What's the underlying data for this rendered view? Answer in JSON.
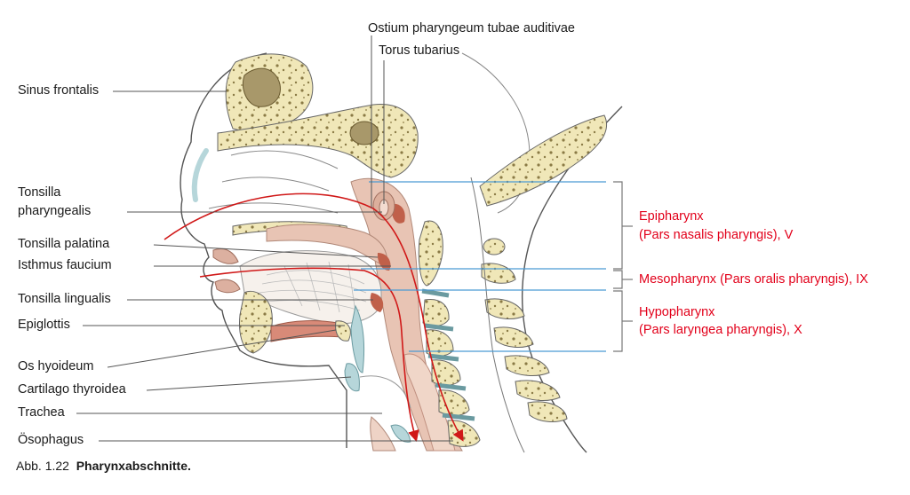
{
  "labels_left": {
    "sinus_frontalis": "Sinus frontalis",
    "tonsilla_pharyngealis_1": "Tonsilla",
    "tonsilla_pharyngealis_2": "pharyngealis",
    "tonsilla_palatina": "Tonsilla palatina",
    "isthmus_faucium": "Isthmus faucium",
    "tonsilla_lingualis": "Tonsilla lingualis",
    "epiglottis": "Epiglottis",
    "os_hyoideum": "Os hyoideum",
    "cartilago_thyroidea": "Cartilago thyroidea",
    "trachea": "Trachea",
    "oesophagus": "Ösophagus"
  },
  "labels_top": {
    "ostium": "Ostium pharyngeum tubae auditivae",
    "torus": "Torus tubarius"
  },
  "labels_right": {
    "epipharynx_1": "Epipharynx",
    "epipharynx_2": "(Pars nasalis pharyngis), V",
    "mesopharynx": "Mesopharynx (Pars oralis pharyngis), IX",
    "hypopharynx_1": "Hypopharynx",
    "hypopharynx_2": "(Pars laryngea pharyngis), X"
  },
  "caption": {
    "prefix": "Abb. 1.22",
    "title": "Pharynxabschnitte."
  },
  "colors": {
    "accent_red": "#e2001a",
    "level_line_blue": "#4a9ad4",
    "bone": "#f0e7b8",
    "bone_dark": "#8a7a45",
    "mucosa": "#e8c4b4",
    "tonsil": "#c0604a",
    "cartilage": "#b6d6da"
  }
}
